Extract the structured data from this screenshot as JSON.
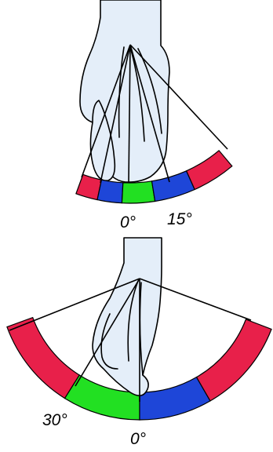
{
  "colors": {
    "red": "#e8204a",
    "blue": "#1e46d8",
    "green": "#22e022",
    "skin": "#e4eef9",
    "line": "#000000"
  },
  "top_figure": {
    "labels": {
      "zero": "0°",
      "fifteen": "15°"
    },
    "segments": [
      "red",
      "blue",
      "green",
      "blue",
      "red"
    ]
  },
  "bottom_figure": {
    "labels": {
      "thirty": "30°",
      "zero": "0°"
    },
    "segments": [
      "red",
      "green",
      "blue",
      "red"
    ]
  }
}
